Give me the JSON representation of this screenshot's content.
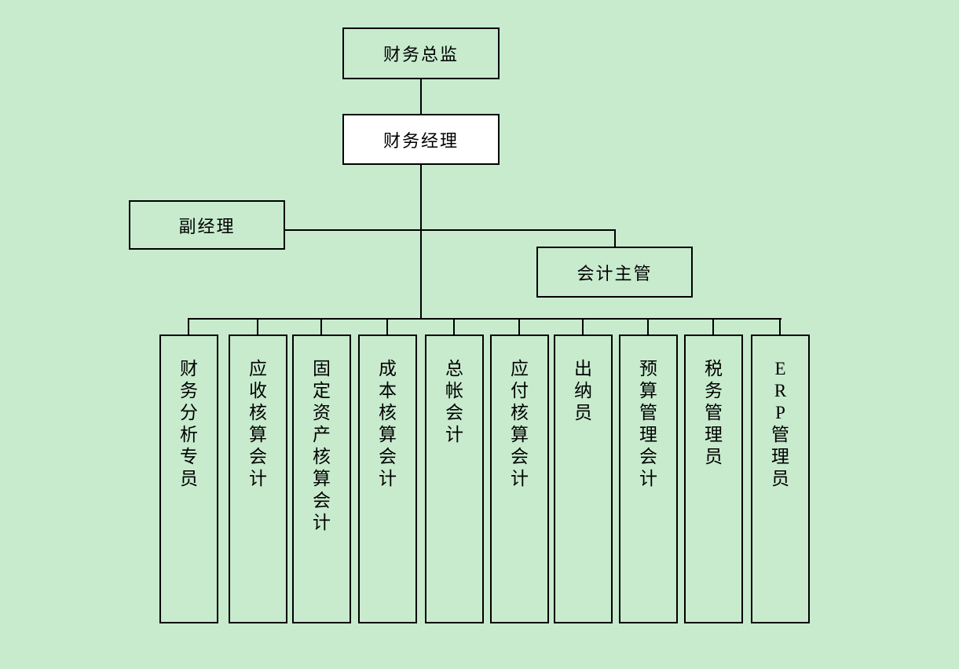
{
  "diagram": {
    "type": "org-chart",
    "background_color": "#c8ebce",
    "line_color": "#000000",
    "nodes": {
      "director": {
        "label": "财务总监",
        "fill": "#c8ebce"
      },
      "manager": {
        "label": "财务经理",
        "fill": "#ffffff"
      },
      "deputy": {
        "label": "副经理",
        "fill": "#c8ebce"
      },
      "supervisor": {
        "label": "会计主管",
        "fill": "#c8ebce"
      },
      "staff": [
        {
          "label": "财务分析专员"
        },
        {
          "label": "应收核算会计"
        },
        {
          "label": "固定资产核算会计"
        },
        {
          "label": "成本核算会计"
        },
        {
          "label": "总帐会计"
        },
        {
          "label": "应付核算会计"
        },
        {
          "label": "出纳员"
        },
        {
          "label": "预算管理会计"
        },
        {
          "label": "税务管理员"
        },
        {
          "label": "ERP管理员"
        }
      ]
    },
    "edges": [
      {
        "from": "财务总监",
        "to": "财务经理"
      },
      {
        "from": "财务经理",
        "to": "副经理"
      },
      {
        "from": "副经理",
        "to": "会计主管"
      },
      {
        "from": "财务经理",
        "to": "财务分析专员"
      },
      {
        "from": "财务经理",
        "to": "应收核算会计"
      },
      {
        "from": "财务经理",
        "to": "固定资产核算会计"
      },
      {
        "from": "财务经理",
        "to": "成本核算会计"
      },
      {
        "from": "财务经理",
        "to": "总帐会计"
      },
      {
        "from": "财务经理",
        "to": "应付核算会计"
      },
      {
        "from": "财务经理",
        "to": "出纳员"
      },
      {
        "from": "财务经理",
        "to": "预算管理会计"
      },
      {
        "from": "财务经理",
        "to": "税务管理员"
      },
      {
        "from": "财务经理",
        "to": "ERP管理员"
      }
    ]
  }
}
